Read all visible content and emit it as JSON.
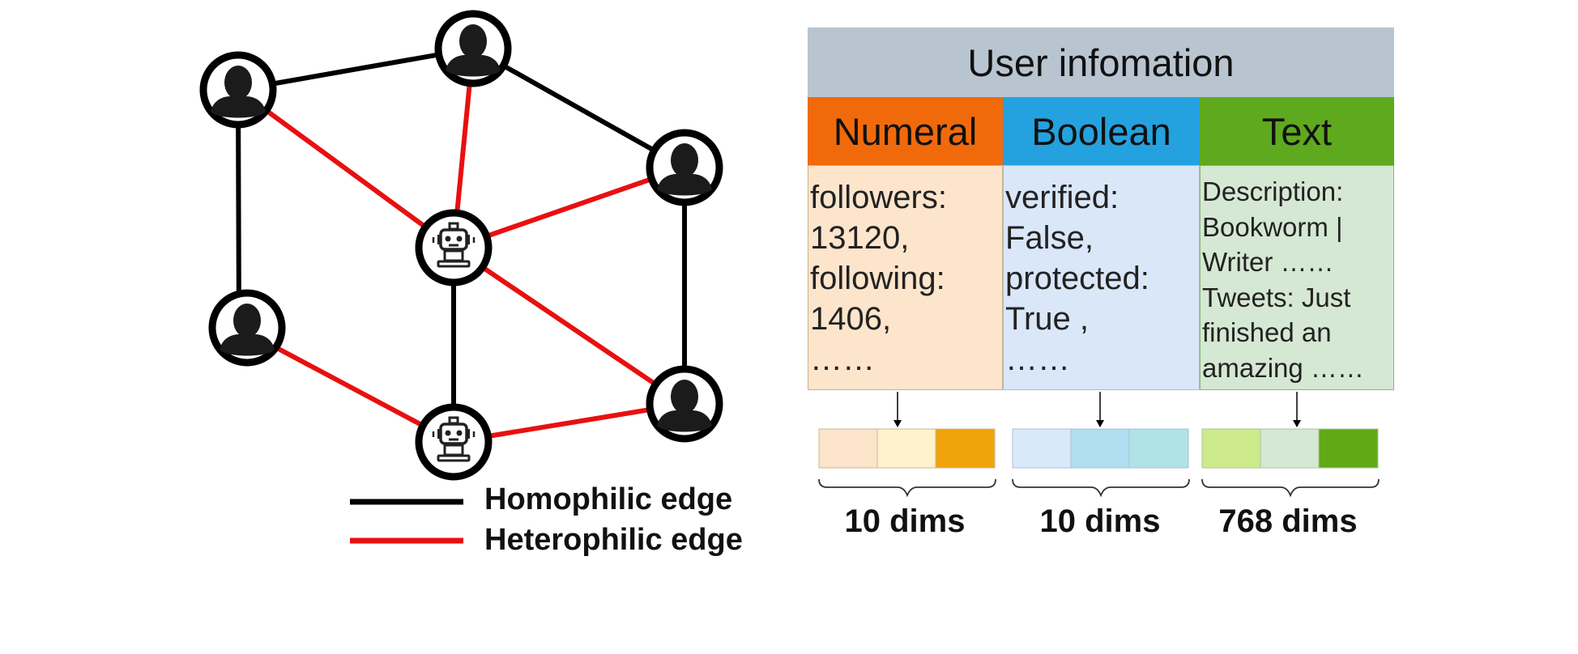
{
  "table": {
    "title": "User infomation",
    "columns": [
      {
        "header": "Numeral",
        "header_color": "#f06a0c",
        "body_color": "#fde5cc",
        "lines": [
          "followers:",
          "13120,",
          "following:",
          "1406,",
          "……"
        ],
        "dims": "10 dims",
        "swatches": [
          "#fde5cc",
          "#fff2cc",
          "#f0a30a"
        ]
      },
      {
        "header": "Boolean",
        "header_color": "#24a1df",
        "body_color": "#d9e7f9",
        "lines": [
          "verified:",
          "False,",
          "protected:",
          "True ,",
          "……"
        ],
        "dims": "10 dims",
        "swatches": [
          "#dae8fc",
          "#b1ddf0",
          "#b0e3e6"
        ]
      },
      {
        "header": "Text",
        "header_color": "#5ea91e",
        "body_color": "#d5e8d3",
        "lines": [
          "Description:",
          "Bookworm |",
          "Writer ……",
          "Tweets: Just",
          "finished an",
          "amazing  ……"
        ],
        "dims": "768 dims",
        "swatches": [
          "#cdeb8b",
          "#d5e8d4",
          "#60a917"
        ]
      }
    ]
  },
  "legend": {
    "homophilic": "Homophilic edge",
    "heterophilic": "Heterophilic edge",
    "homophilic_color": "#000000",
    "heterophilic_color": "#e81010"
  },
  "graph": {
    "nodes": [
      {
        "id": "u1",
        "kind": "human"
      },
      {
        "id": "u2",
        "kind": "human"
      },
      {
        "id": "u3",
        "kind": "human"
      },
      {
        "id": "b1",
        "kind": "bot"
      },
      {
        "id": "u4",
        "kind": "human"
      },
      {
        "id": "u5",
        "kind": "human"
      },
      {
        "id": "b2",
        "kind": "bot"
      }
    ],
    "edges": [
      {
        "from": "u1",
        "to": "u2",
        "type": "homophilic"
      },
      {
        "from": "u2",
        "to": "u3",
        "type": "homophilic"
      },
      {
        "from": "u1",
        "to": "u4",
        "type": "homophilic"
      },
      {
        "from": "u3",
        "to": "u5",
        "type": "homophilic"
      },
      {
        "from": "b1",
        "to": "b2",
        "type": "homophilic"
      },
      {
        "from": "u1",
        "to": "b1",
        "type": "heterophilic"
      },
      {
        "from": "u2",
        "to": "b1",
        "type": "heterophilic"
      },
      {
        "from": "u3",
        "to": "b1",
        "type": "heterophilic"
      },
      {
        "from": "b1",
        "to": "u5",
        "type": "heterophilic"
      },
      {
        "from": "u4",
        "to": "b2",
        "type": "heterophilic"
      },
      {
        "from": "b2",
        "to": "u5",
        "type": "heterophilic"
      }
    ],
    "icons": {
      "human": "user-avatar-icon",
      "bot": "robot-icon"
    }
  }
}
